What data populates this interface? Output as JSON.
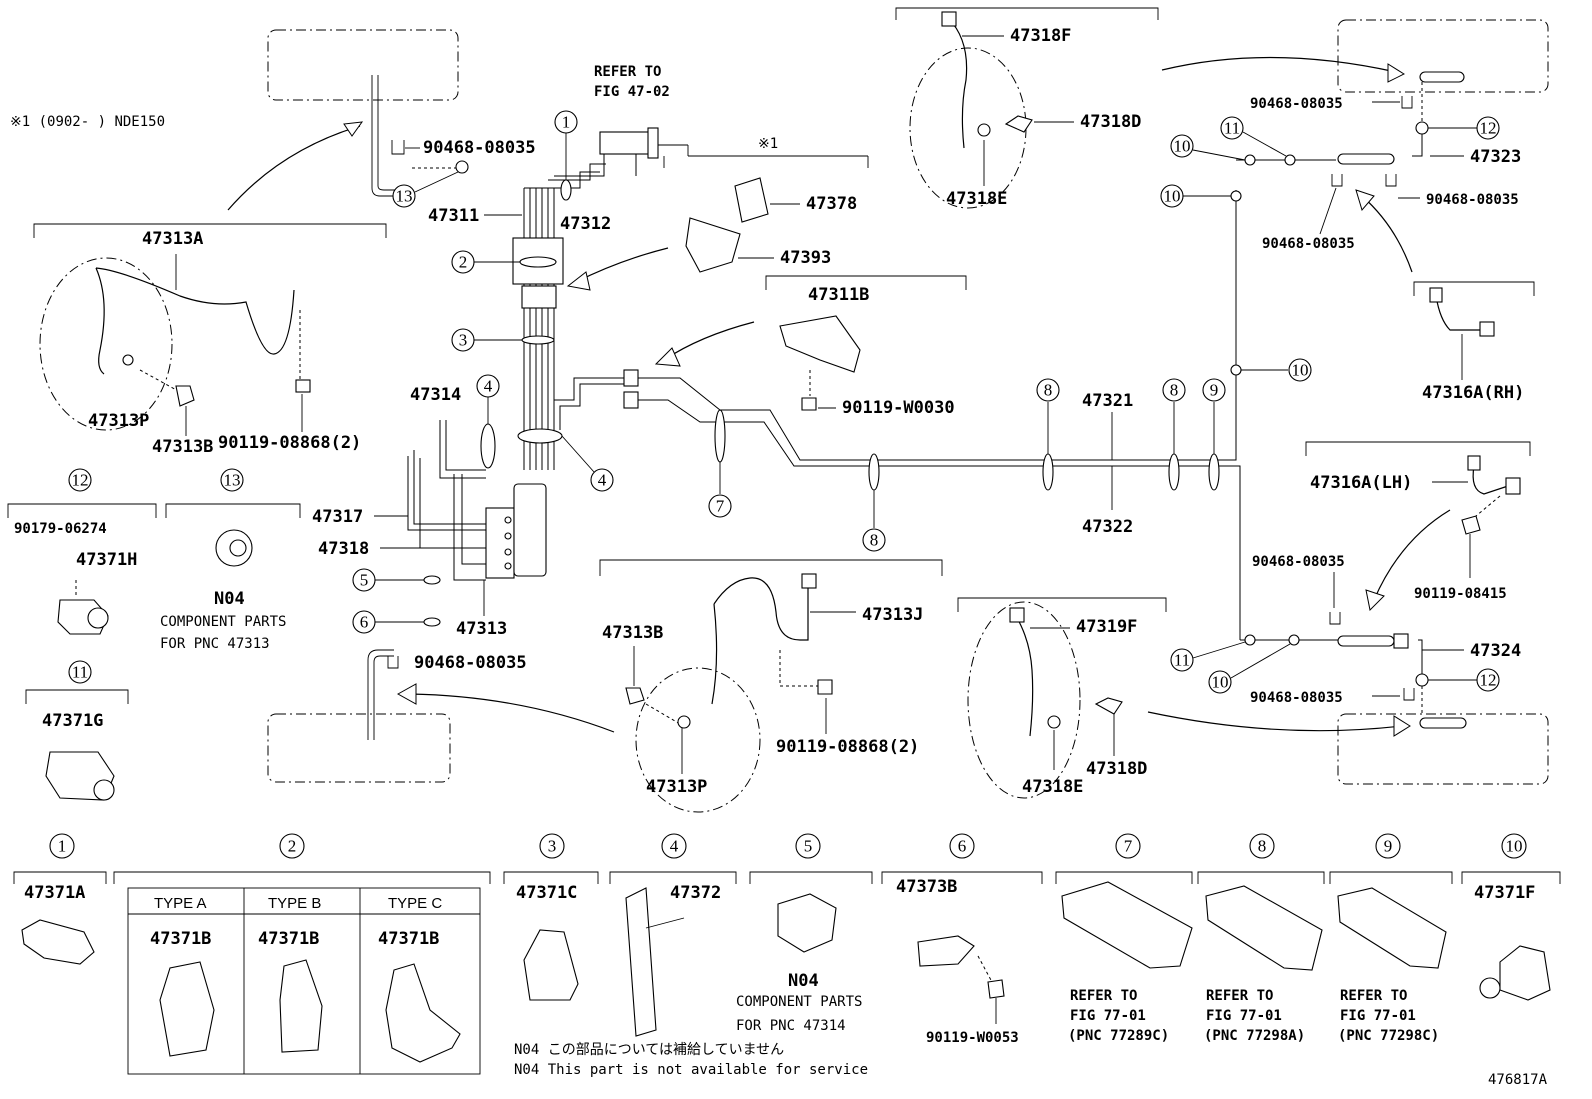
{
  "header": {
    "note1": "※1 (0902-        ) NDE150",
    "refer_47": "REFER TO",
    "refer_47b": "FIG 47-02",
    "star1": "※1"
  },
  "labels": {
    "p47313A": "47313A",
    "p47313P_a": "47313P",
    "p47313B_a": "47313B",
    "p90119_08868_a": "90119-08868(2)",
    "p90468_top": "90468-08035",
    "p47311": "47311",
    "p47312": "47312",
    "p47378": "47378",
    "p47393": "47393",
    "p47311B": "47311B",
    "p90119_W0030": "90119-W0030",
    "p47314": "47314",
    "p47317": "47317",
    "p47318": "47318",
    "p47313": "47313",
    "p90468_left": "90468-08035",
    "p47313B_b": "47313B",
    "p47313J": "47313J",
    "p47313P_b": "47313P",
    "p90119_08868_b": "90119-08868(2)",
    "p47321": "47321",
    "p47322": "47322",
    "p47318F": "47318F",
    "p47318D_a": "47318D",
    "p47318E_a": "47318E",
    "p47319F": "47319F",
    "p47318D_b": "47318D",
    "p47318E_b": "47318E",
    "p90468_r1": "90468-08035",
    "p47323": "47323",
    "p90468_r2": "90468-08035",
    "p90468_r3": "90468-08035",
    "p47316A_RH": "47316A(RH)",
    "p47316A_LH": "47316A(LH)",
    "p90468_r4": "90468-08035",
    "p90119_08415": "90119-08415",
    "p47324": "47324",
    "p90468_r5": "90468-08035",
    "p90179_06274": "90179-06274",
    "p47371H": "47371H",
    "p47371G": "47371G",
    "pN04_a": "N04",
    "comp_a1": "COMPONENT PARTS",
    "comp_a2": "FOR PNC 47313"
  },
  "callouts": {
    "c1": "1",
    "c2": "2",
    "c3": "3",
    "c4": "4",
    "c5": "5",
    "c6": "6",
    "c7": "7",
    "c8": "8",
    "c9": "9",
    "c10": "10",
    "c11": "11",
    "c12": "12",
    "c13": "13"
  },
  "legend": {
    "i1_part": "47371A",
    "typeA": "TYPE A",
    "typeB": "TYPE B",
    "typeC": "TYPE C",
    "i2_partA": "47371B",
    "i2_partB": "47371B",
    "i2_partC": "47371B",
    "i3_part": "47371C",
    "i4_part": "47372",
    "i5_part": "N04",
    "i5_l1": "COMPONENT PARTS",
    "i5_l2": "FOR PNC 47314",
    "i6_part": "47373B",
    "i6_bolt": "90119-W0053",
    "i7_l1": "REFER TO",
    "i7_l2": "FIG 77-01",
    "i7_l3": "(PNC 77289C)",
    "i8_l1": "REFER TO",
    "i8_l2": "FIG 77-01",
    "i8_l3": "(PNC 77298A)",
    "i9_l1": "REFER TO",
    "i9_l2": "FIG 77-01",
    "i9_l3": "(PNC 77298C)",
    "i10_part": "47371F"
  },
  "footer": {
    "note_jp": "N04 この部品については補給していません",
    "note_en": "N04 This part is not available for service",
    "fig_id": "476817A"
  }
}
